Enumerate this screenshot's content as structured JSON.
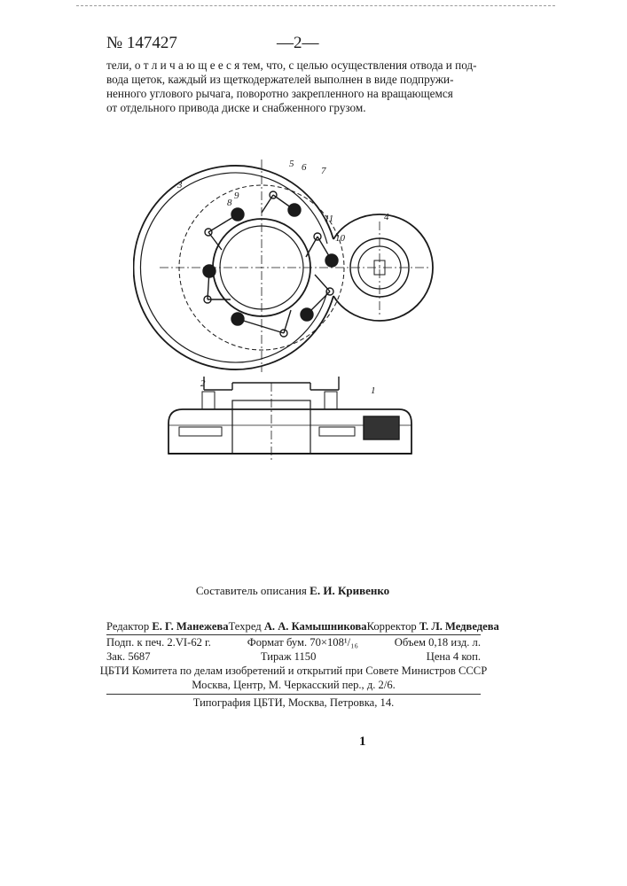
{
  "header": {
    "patent_number": "№ 147427",
    "page_number": "—2—"
  },
  "body": {
    "lines": [
      "тели, о т л и ч а ю щ е е с я тем, что, с целью осуществления отвода и под-",
      "вода щеток, каждый из щеткодержателей выполнен в виде подпружи-",
      "ненного углового рычага, поворотно закрепленного на вращающемся",
      "от отдельного привода диске и снабженного грузом."
    ]
  },
  "figure": {
    "labels": [
      "1",
      "2",
      "3",
      "4",
      "5",
      "6",
      "7",
      "8",
      "9",
      "10",
      "11"
    ]
  },
  "composer": {
    "role": "Составитель описания",
    "name": "Е. И. Кривенко"
  },
  "imprint": {
    "editor_label": "Редактор",
    "editor": "Е. Г. Манежева",
    "techred_label": "Техред",
    "techred": "А. А. Камышникова",
    "corrector_label": "Корректор",
    "corrector": "Т. Л. Медведева",
    "signed": "Подп. к печ. 2.VI-62 г.",
    "format": "Формат бум. 70×108¹/₁₆",
    "volume": "Объем 0,18 изд. л.",
    "order": "Зак. 5687",
    "print_run": "Тираж 1150",
    "price": "Цена 4 коп.",
    "institution": "ЦБТИ Комитета по делам изобретений и открытий при Совете Министров СССР",
    "address": "Москва, Центр, М. Черкасский пер., д. 2/6.",
    "typography": "Типография ЦБТИ, Москва, Петровка, 14."
  },
  "footer": {
    "page_mark": "1"
  }
}
